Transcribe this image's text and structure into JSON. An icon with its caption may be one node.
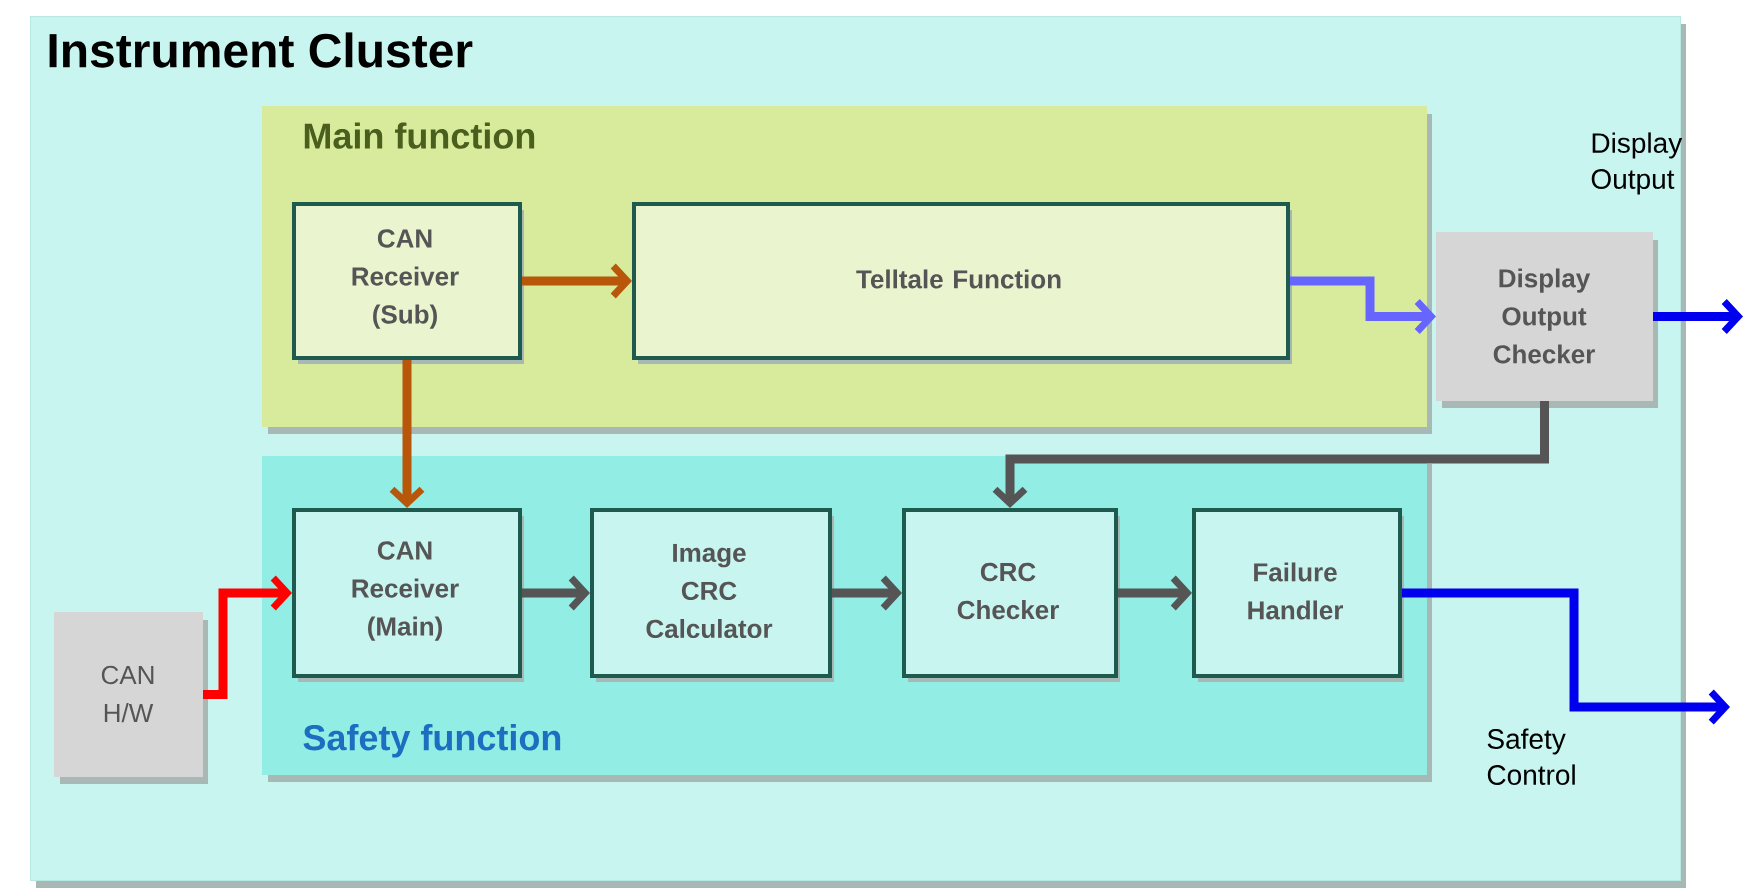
{
  "diagram": {
    "nodes": [
      {
        "text": [
          "Instrument Cluster"
        ]
      },
      {
        "text": [
          "Main function"
        ],
        "in": 0
      },
      {
        "text": [
          "CAN Receiver (Sub)"
        ],
        "in": 1
      },
      {
        "text": [
          "Telltale Function"
        ],
        "in": 1
      },
      {
        "text": [
          "Safety function"
        ],
        "in": 0
      },
      {
        "text": [
          "CAN Receiver (Main)"
        ],
        "in": 4
      },
      {
        "text": [
          "Image CRC Calculator"
        ],
        "in": 4
      },
      {
        "text": [
          "CRC Checker"
        ],
        "in": 4
      },
      {
        "text": [
          "Failure Handler"
        ],
        "in": 4
      },
      {
        "text": [
          "Display Output Checker"
        ],
        "in": 0
      },
      {
        "text": [
          "CAN H/W"
        ],
        "in": 0
      }
    ],
    "edges": [
      {
        "from": 2,
        "to": 3,
        "arrow": "to",
        "color": "#b8560a"
      },
      {
        "from": 2,
        "to": 5,
        "arrow": "to",
        "color": "#b8560a"
      },
      {
        "from": 3,
        "to": 9,
        "arrow": "to",
        "color": "#6666ff"
      },
      {
        "from": 9,
        "to": null,
        "arrow": "to",
        "color": "#0000ee"
      },
      {
        "from": 9,
        "to": 7,
        "arrow": "to"
      },
      {
        "from": 10,
        "to": 5,
        "arrow": "to",
        "color": "#ff0000"
      },
      {
        "from": 5,
        "to": 6,
        "arrow": "to"
      },
      {
        "from": 6,
        "to": 7,
        "arrow": "to"
      },
      {
        "from": 7,
        "to": 8,
        "arrow": "to"
      },
      {
        "from": 8,
        "to": null,
        "arrow": "to",
        "color": "#0000ee"
      }
    ],
    "labels": [
      "Display Output",
      "Safety Control"
    ]
  }
}
